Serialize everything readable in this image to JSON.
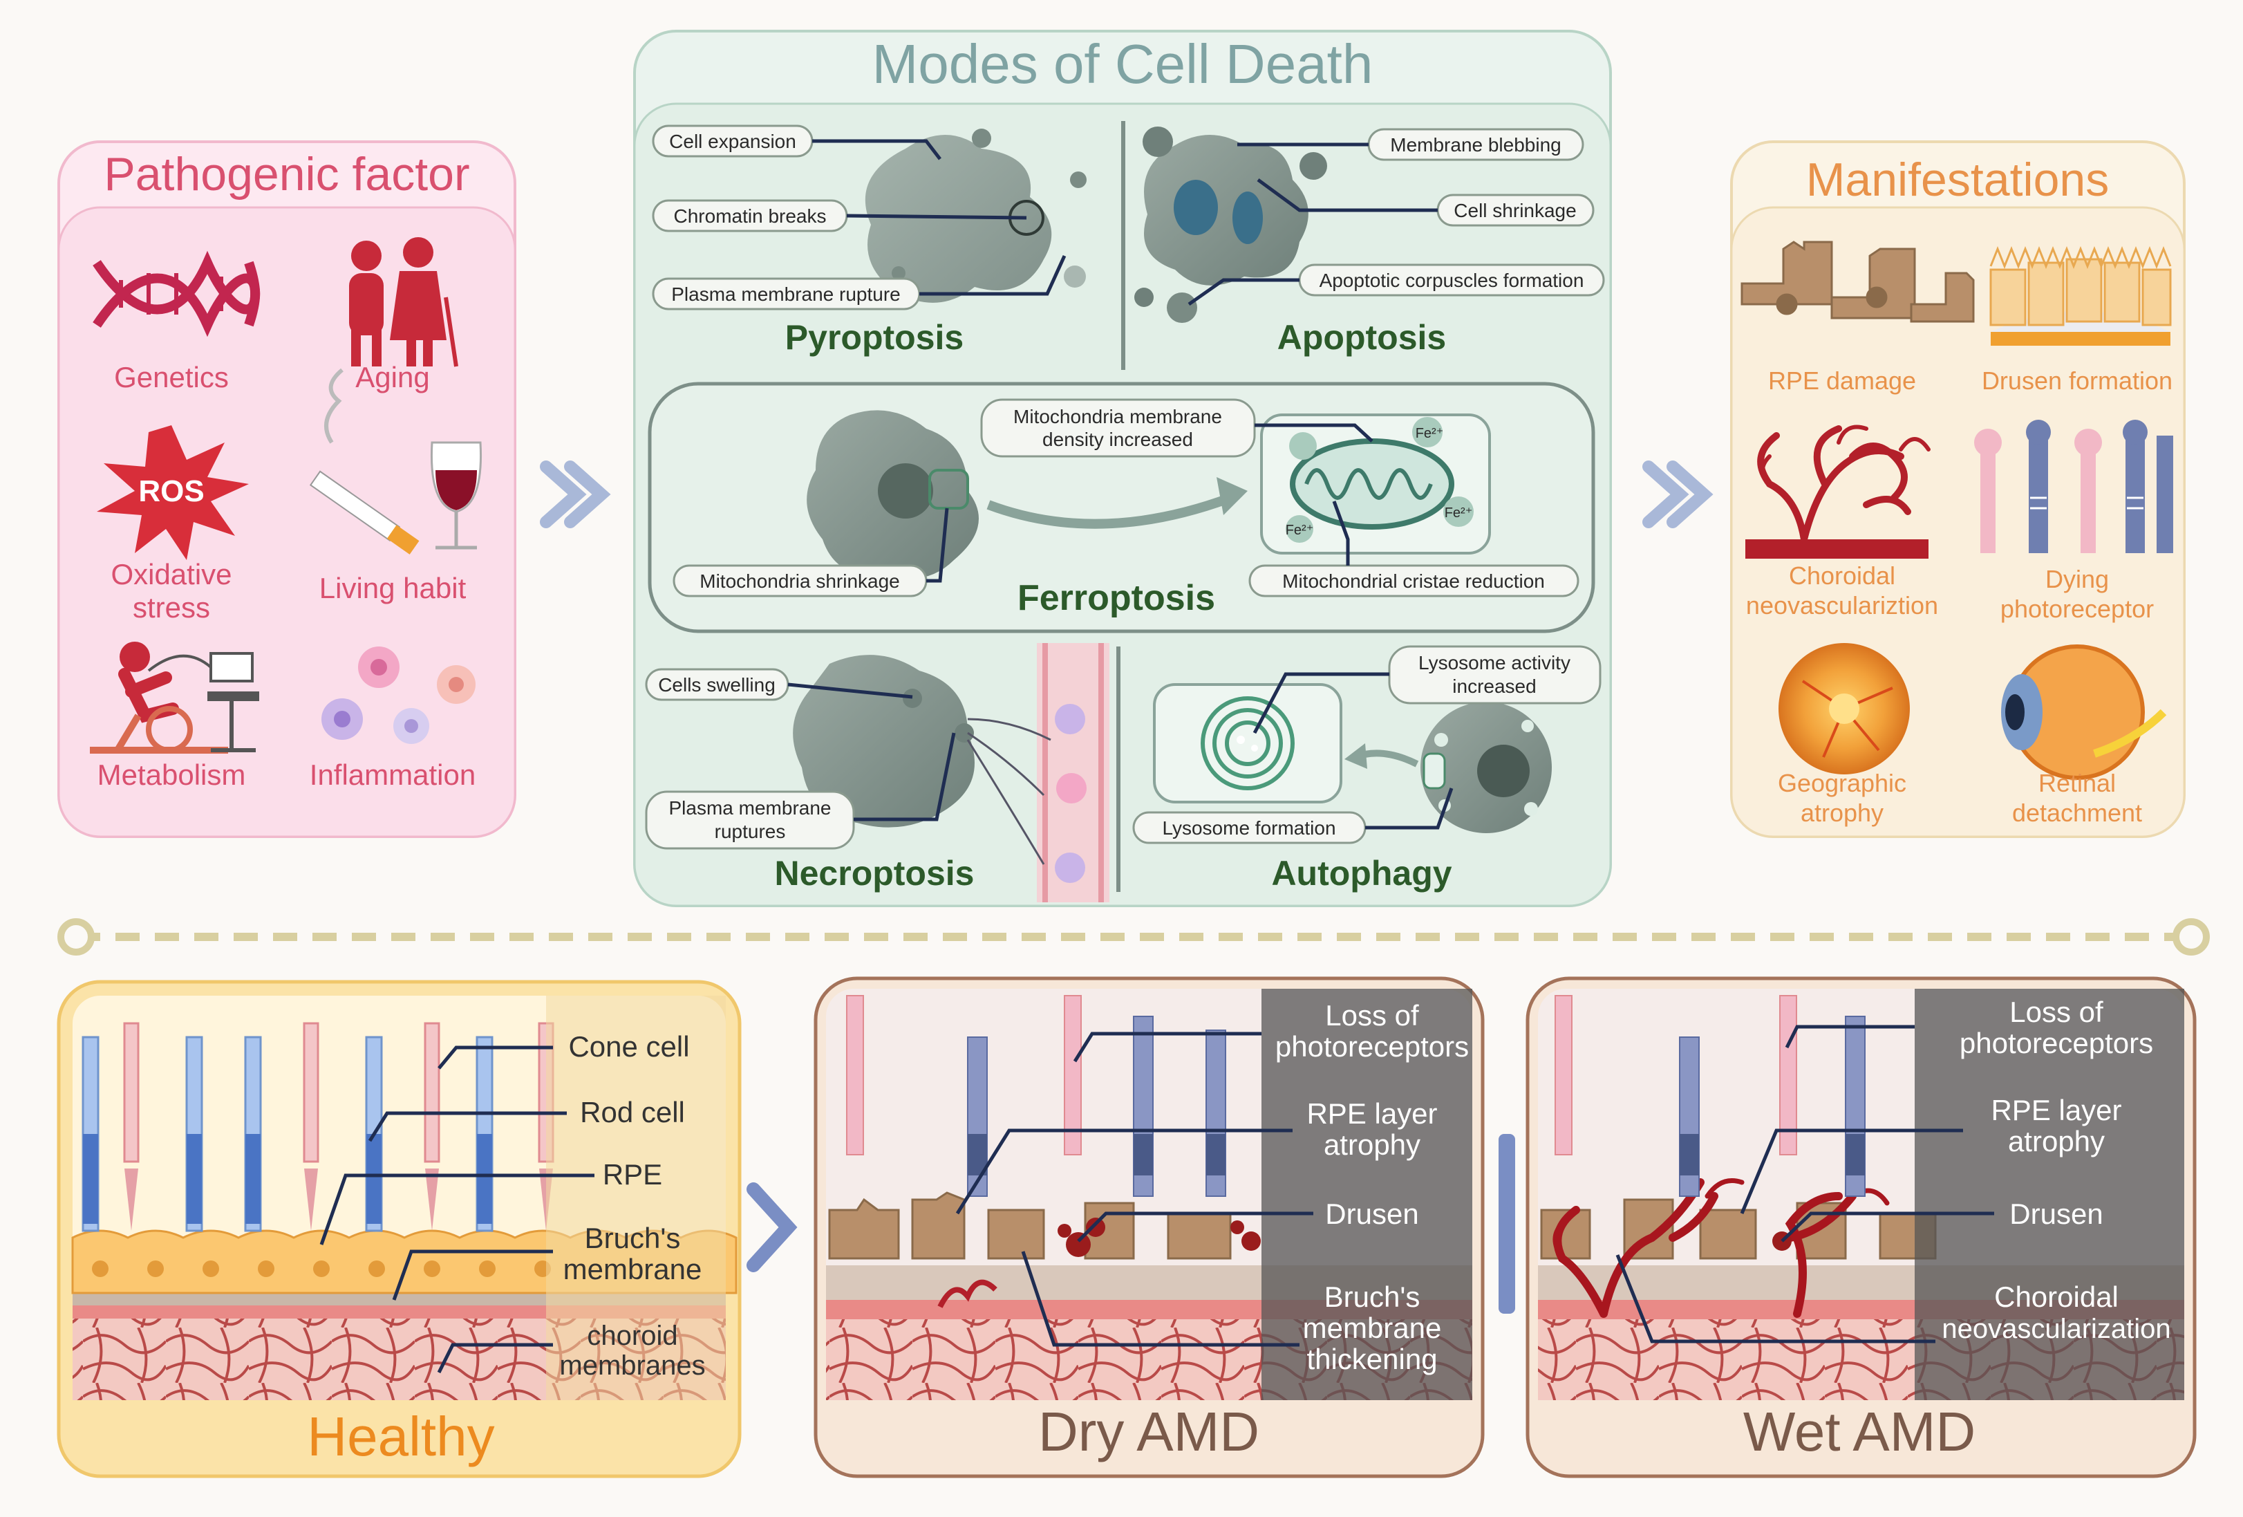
{
  "pathogenic": {
    "title": "Pathogenic factor",
    "items": [
      {
        "label": "Genetics",
        "icon": "dna-icon"
      },
      {
        "label": "Aging",
        "icon": "elderly-couple-icon"
      },
      {
        "label": "Oxidative",
        "label2": "stress",
        "icon": "ros-burst-icon",
        "badge": "ROS"
      },
      {
        "label": "Living habit",
        "icon": "cigarette-wine-icon"
      },
      {
        "label": "Metabolism",
        "icon": "exercise-bike-icon"
      },
      {
        "label": "Inflammation",
        "icon": "immune-cells-icon"
      }
    ]
  },
  "modes": {
    "title": "Modes of Cell Death",
    "pyroptosis": {
      "name": "Pyroptosis",
      "labels": [
        "Cell expansion",
        "Chromatin breaks",
        "Plasma membrane rupture"
      ]
    },
    "apoptosis": {
      "name": "Apoptosis",
      "labels": [
        "Membrane blebbing",
        "Cell shrinkage",
        "Apoptotic corpuscles formation"
      ]
    },
    "ferroptosis": {
      "name": "Ferroptosis",
      "labels": [
        "Mitochondria membrane",
        "density increased",
        "Mitochondria shrinkage",
        "Mitochondrial cristae reduction"
      ],
      "ions": [
        "Fe²⁺",
        "Fe²⁺",
        "Fe²⁺"
      ]
    },
    "necroptosis": {
      "name": "Necroptosis",
      "labels": [
        "Cells swelling",
        "Plasma membrane",
        "ruptures"
      ]
    },
    "autophagy": {
      "name": "Autophagy",
      "labels": [
        "Lysosome activity",
        "increased",
        "Lysosome formation"
      ]
    }
  },
  "manifestations": {
    "title": "Manifestations",
    "items": [
      {
        "l1": "RPE damage",
        "l2": ""
      },
      {
        "l1": "Drusen formation",
        "l2": ""
      },
      {
        "l1": "Choroidal",
        "l2": "neovasculariztion"
      },
      {
        "l1": "Dying",
        "l2": "photoreceptor"
      },
      {
        "l1": "Geographic",
        "l2": "atrophy"
      },
      {
        "l1": "Retinal",
        "l2": "detachment"
      }
    ]
  },
  "healthy": {
    "title": "Healthy",
    "labels": [
      {
        "l1": "Cone cell",
        "l2": ""
      },
      {
        "l1": "Rod cell",
        "l2": ""
      },
      {
        "l1": "RPE",
        "l2": ""
      },
      {
        "l1": "Bruch's",
        "l2": "membrane"
      },
      {
        "l1": "choroid",
        "l2": "membranes"
      }
    ]
  },
  "dry": {
    "title": "Dry AMD",
    "labels": [
      {
        "l1": "Loss of",
        "l2": "photoreceptors",
        "l3": ""
      },
      {
        "l1": "RPE layer",
        "l2": "atrophy",
        "l3": ""
      },
      {
        "l1": "Drusen",
        "l2": "",
        "l3": ""
      },
      {
        "l1": "Bruch's",
        "l2": "membrane",
        "l3": "thickening"
      }
    ]
  },
  "wet": {
    "title": "Wet AMD",
    "labels": [
      {
        "l1": "Loss of",
        "l2": "photoreceptors"
      },
      {
        "l1": "RPE layer",
        "l2": "atrophy"
      },
      {
        "l1": "Drusen",
        "l2": ""
      },
      {
        "l1": "Choroidal",
        "l2": "neovascularization"
      }
    ]
  },
  "colors": {
    "pathogenic_bg": "#fbe4ee",
    "pathogenic_title": "#d9506f",
    "modes_bg": "#e9f2ec",
    "modes_title": "#7fa3a3",
    "manif_bg": "#fbf3e4",
    "manif_title": "#e8924a",
    "healthy_title": "#ec8a1f",
    "amd_title": "#7a5a4a",
    "arrow": "#a9b8d8",
    "mode_name": "#2c5a2a"
  }
}
